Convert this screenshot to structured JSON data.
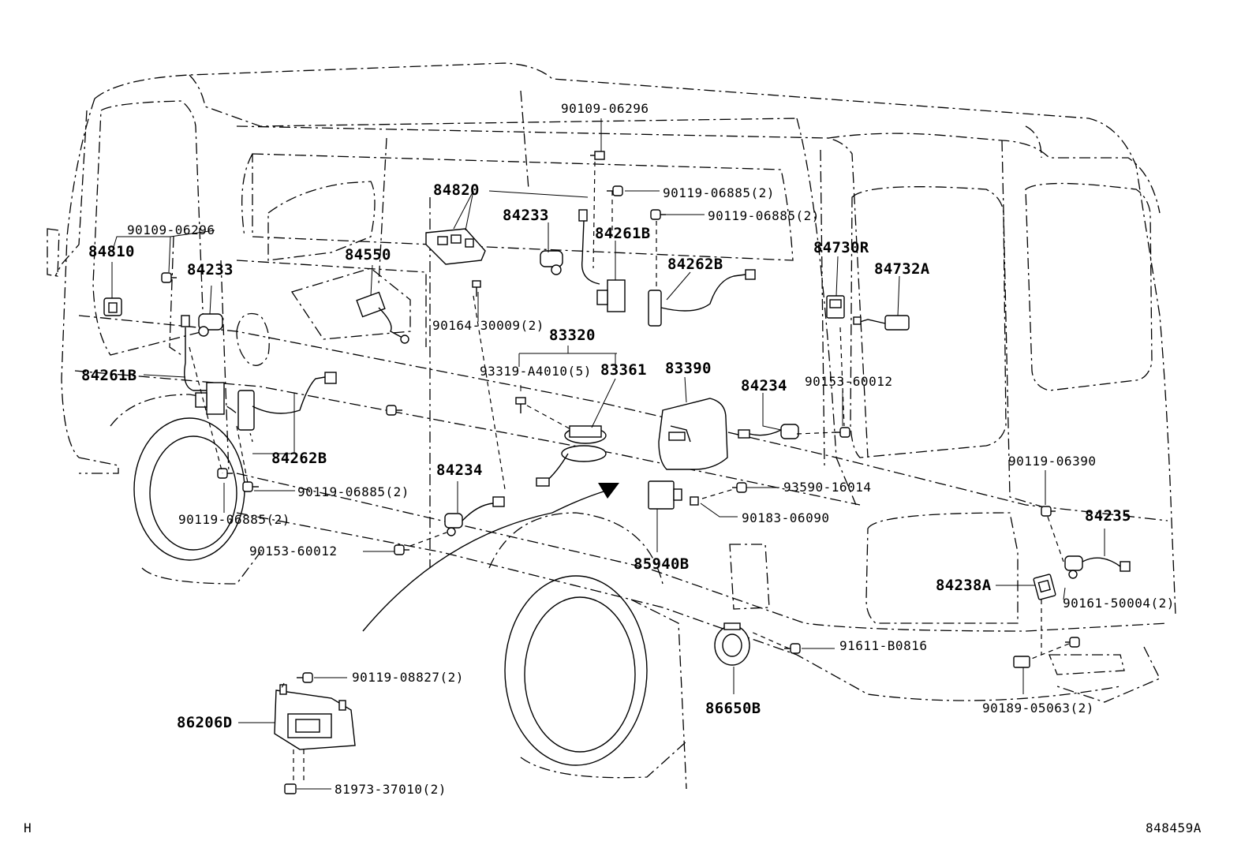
{
  "labels": {
    "p90109_06296_top": "90109-06296",
    "p90119_06885_2a": "90119-06885(2)",
    "p90119_06885_2b": "90119-06885(2)",
    "p84820": "84820",
    "p84233_c": "84233",
    "p84261B_c": "84261B",
    "p84262B_c": "84262B",
    "p84730R": "84730R",
    "p84732A": "84732A",
    "p90109_06296_l": "90109-06296",
    "p84810": "84810",
    "p84233_l": "84233",
    "p84550": "84550",
    "p90164_30009": "90164-30009(2)",
    "p83320": "83320",
    "p93319_A4010": "93319-A4010(5)",
    "p83361": "83361",
    "p83390": "83390",
    "p84234_r": "84234",
    "p90153_60012_r": "90153-60012",
    "p84261B_l": "84261B",
    "p84262B_l": "84262B",
    "p90119_06885_2c": "90119-06885(2)",
    "p90119_06885_2d": "90119-06885(2)",
    "p84234_c": "84234",
    "p93590_16014": "93590-16014",
    "p90183_06090": "90183-06090",
    "p90119_06390": "90119-06390",
    "p84235": "84235",
    "p90153_60012_l": "90153-60012",
    "p85940B": "85940B",
    "p84238A": "84238A",
    "p90161_50004": "90161-50004(2)",
    "p91611_B0816": "91611-B0816",
    "p90119_08827": "90119-08827(2)",
    "p86206D": "86206D",
    "p86650B": "86650B",
    "p90189_05063": "90189-05063(2)",
    "p81973_37010": "81973-37010(2)"
  },
  "footer": {
    "left_code": "H",
    "right_code": "848459A"
  }
}
